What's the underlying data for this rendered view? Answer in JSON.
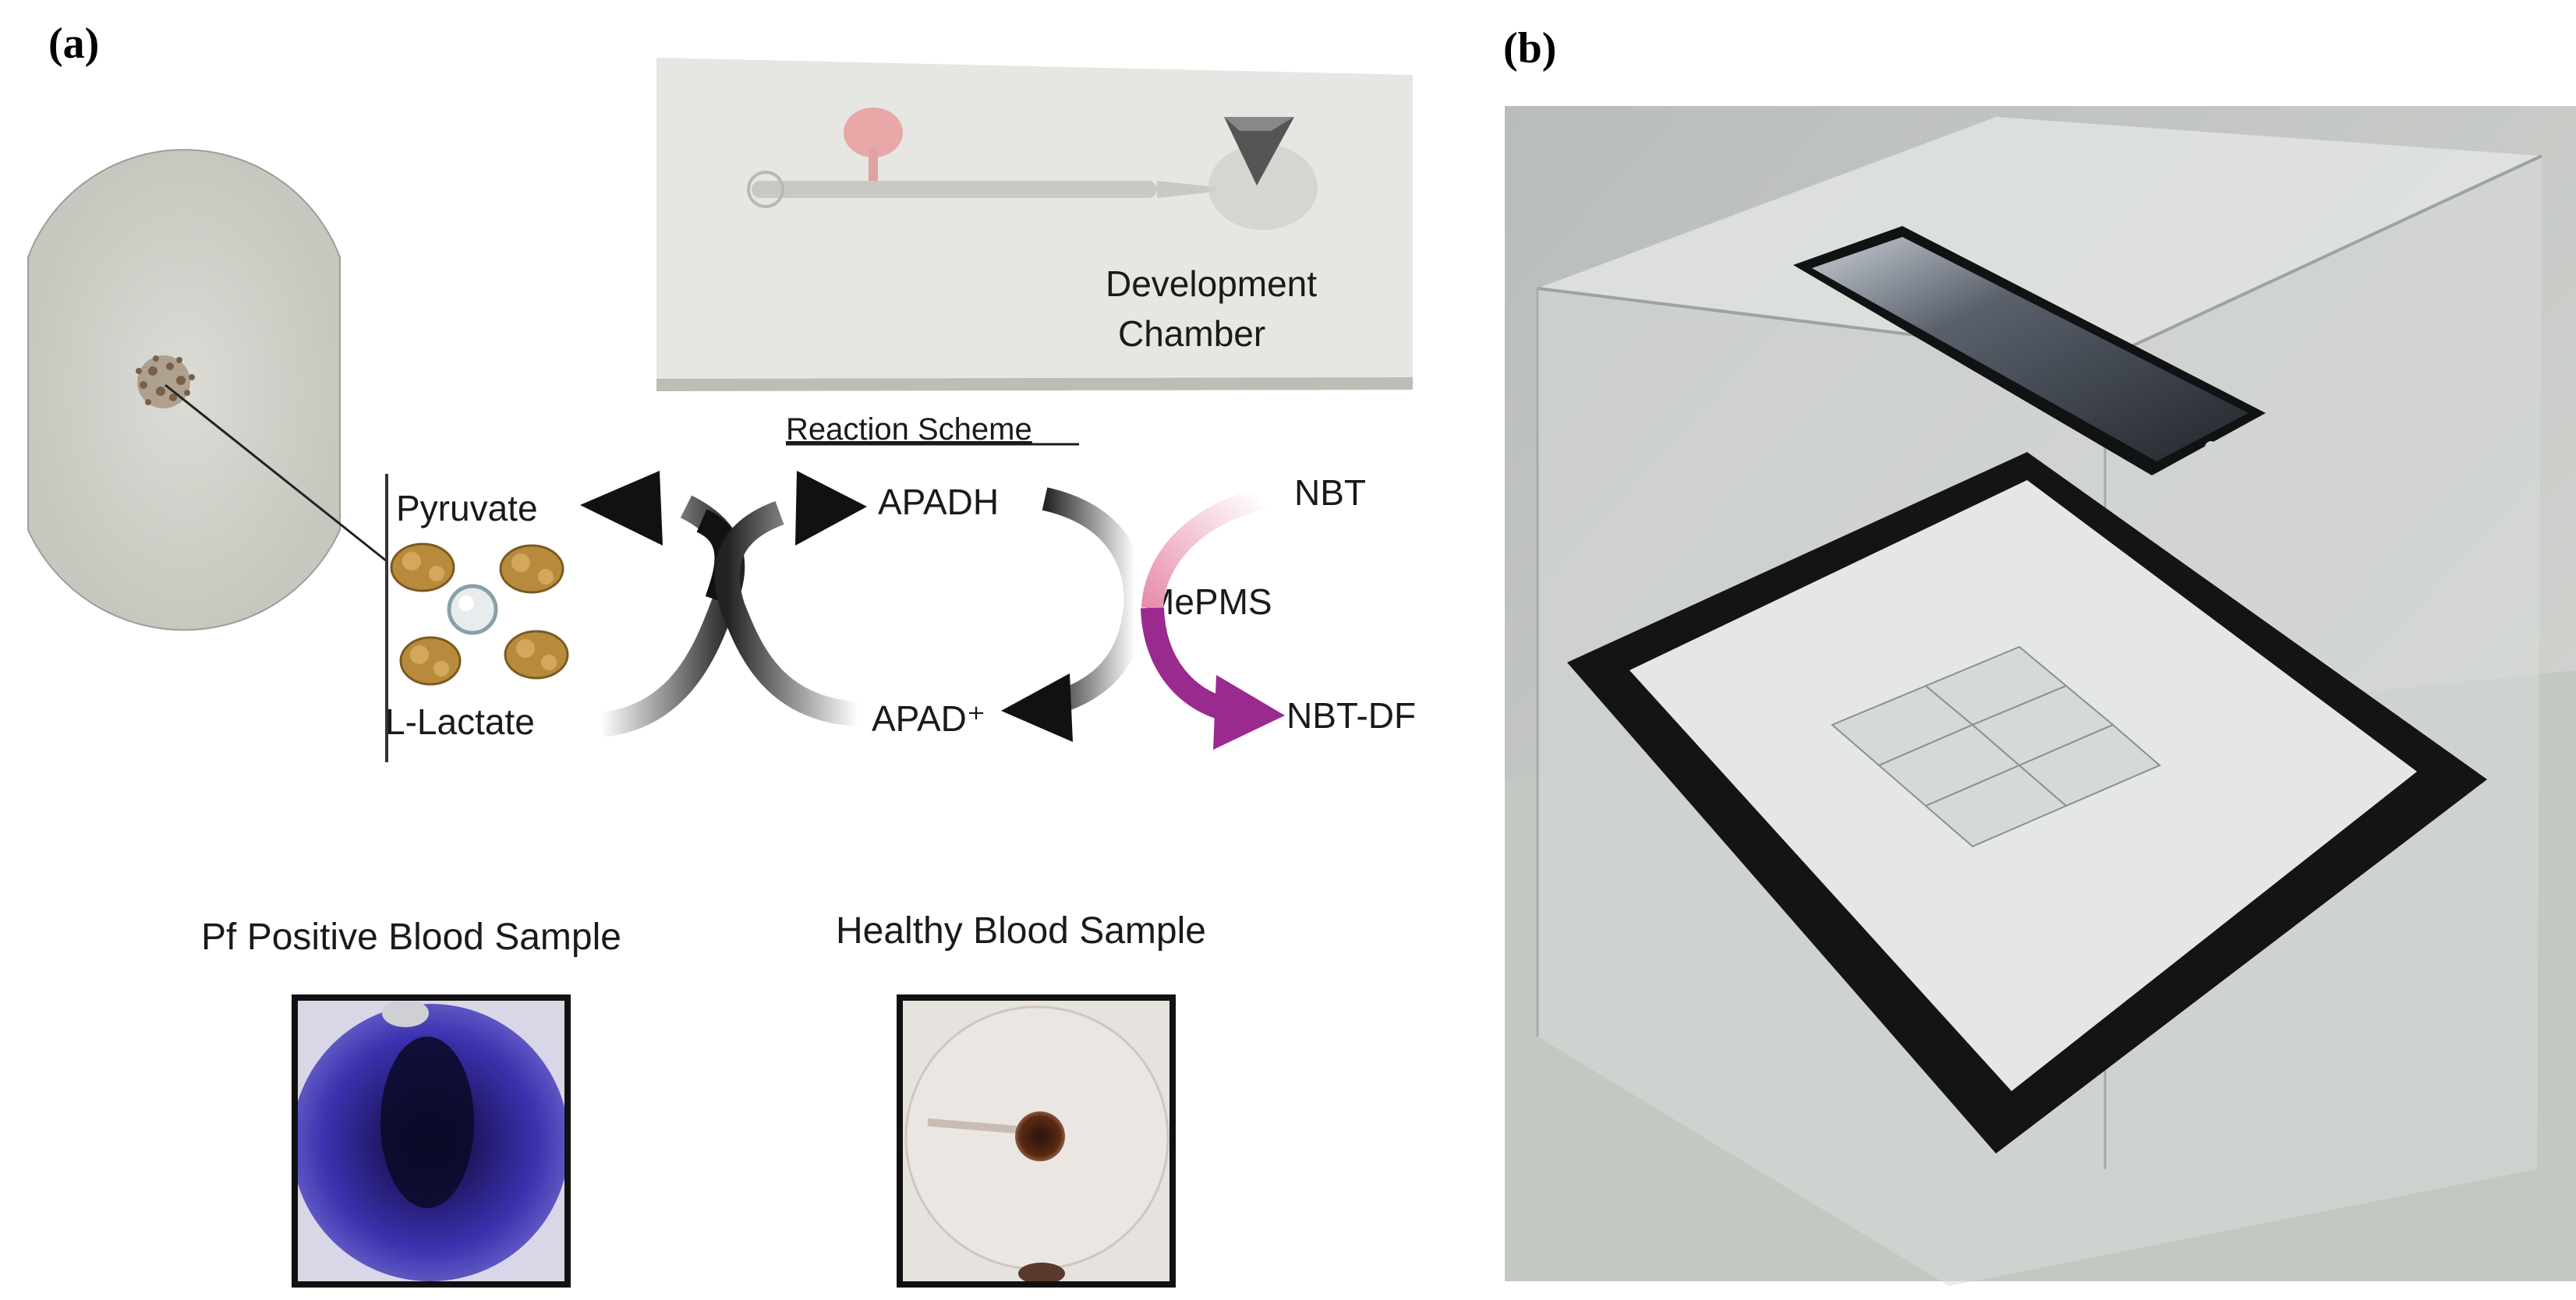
{
  "panel_a": {
    "label": "(a)",
    "chip_caption_line1": "Development",
    "chip_caption_line2": "Chamber",
    "scheme_title": "Reaction Scheme",
    "pyruvate": "Pyruvate",
    "l_lactate": "L-Lactate",
    "apadh": "APADH",
    "apad": "APAD⁺",
    "nbt": "NBT",
    "mepms": "MePMS",
    "nbt_df": "NBT-DF",
    "sample_positive_label": "Pf Positive Blood Sample",
    "sample_healthy_label": "Healthy Blood Sample"
  },
  "panel_b": {
    "label": "(b)"
  },
  "colors": {
    "arrow_black": "#111111",
    "arrow_magenta": "#9b2a8f",
    "nbt_pink": "#f2b7c9",
    "positive_blue": "#3b2fa8",
    "healthy_spot": "#3d1f10",
    "paper_disc": "#d6d6d0",
    "enclosure_bg": "#c9ccc8"
  }
}
